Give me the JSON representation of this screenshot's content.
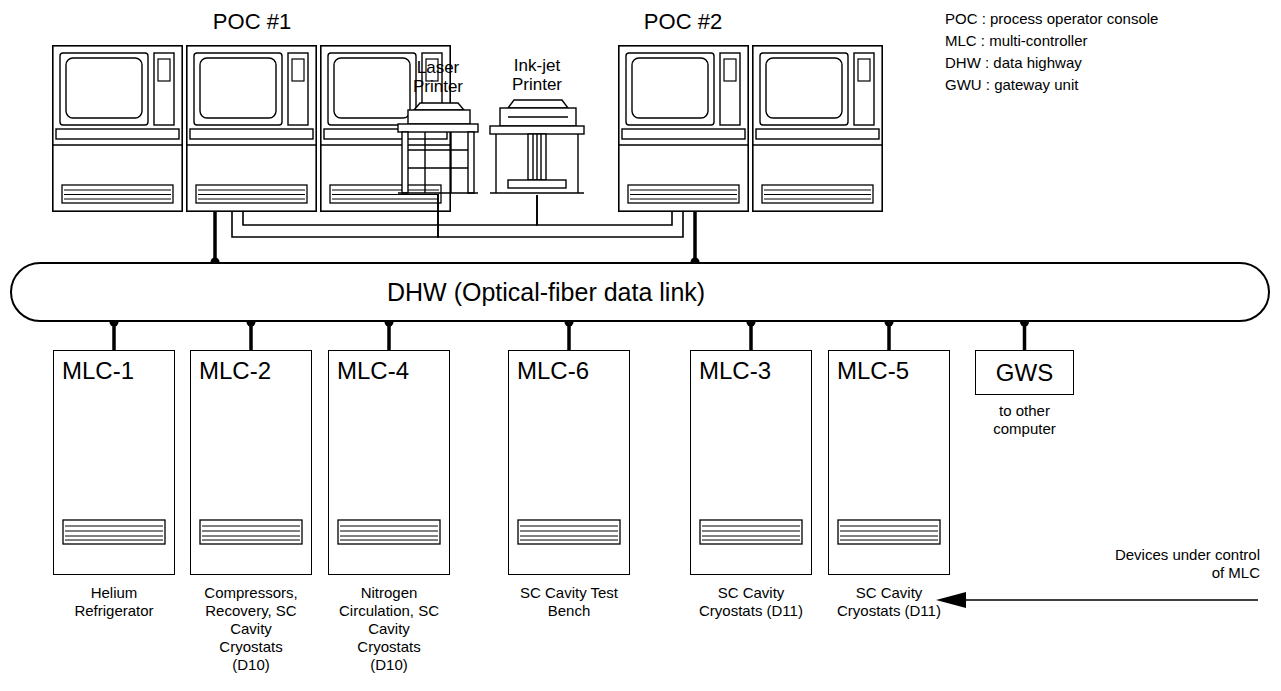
{
  "diagram": {
    "nodes": [
      {
        "text": [
          "POC #1"
        ]
      },
      {
        "text": [
          "Laser Printer"
        ]
      },
      {
        "text": [
          "Ink-jet Printer"
        ]
      },
      {
        "text": [
          "POC #2"
        ]
      },
      {
        "text": [
          "DHW (Optical-fiber data link)"
        ]
      },
      {
        "text": [
          "MLC-1",
          "Helium Refrigerator"
        ]
      },
      {
        "text": [
          "MLC-2",
          "Compressors, Recovery, SC Cavity Cryostats (D10)"
        ]
      },
      {
        "text": [
          "MLC-4",
          "Nitrogen Circulation, SC Cavity Cryostats (D10)"
        ]
      },
      {
        "text": [
          "MLC-6",
          "SC Cavity Test Bench"
        ]
      },
      {
        "text": [
          "MLC-3",
          "SC Cavity Cryostats (D11)"
        ]
      },
      {
        "text": [
          "MLC-5",
          "SC Cavity Cryostats (D11)"
        ]
      },
      {
        "text": [
          "GWS",
          "to other computer"
        ]
      }
    ],
    "edges": [
      {
        "from": 0,
        "to": 4,
        "arrow": "none"
      },
      {
        "from": 3,
        "to": 4,
        "arrow": "none"
      },
      {
        "from": 0,
        "to": 1,
        "arrow": "none"
      },
      {
        "from": 3,
        "to": 1,
        "arrow": "none"
      },
      {
        "from": 0,
        "to": 2,
        "arrow": "none"
      },
      {
        "from": 3,
        "to": 2,
        "arrow": "none"
      },
      {
        "from": 4,
        "to": 5,
        "arrow": "none"
      },
      {
        "from": 4,
        "to": 6,
        "arrow": "none"
      },
      {
        "from": 4,
        "to": 7,
        "arrow": "none"
      },
      {
        "from": 4,
        "to": 8,
        "arrow": "none"
      },
      {
        "from": 4,
        "to": 9,
        "arrow": "none"
      },
      {
        "from": 4,
        "to": 10,
        "arrow": "none"
      },
      {
        "from": 4,
        "to": 11,
        "arrow": "none"
      }
    ],
    "labels": [
      "POC : process operator console",
      "MLC : multi-controller",
      "DHW : data highway",
      "GWU : gateway unit",
      "Devices under control of MLC"
    ]
  }
}
